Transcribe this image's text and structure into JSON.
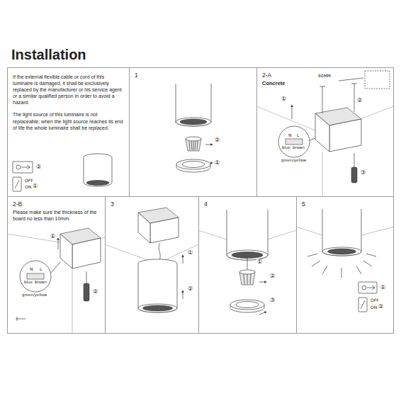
{
  "diagram": {
    "title": "Installation",
    "nodes": [
      {
        "text": [
          "If the external flexible cable or cord of this luminaire is damaged, it shall be exclusively replaced by the manufacturer or his service agent or a similar qualified person in order to avoid a hazard.",
          "The light source of this luminaire is not replaceable; when the light source reaches its end of life the whole luminaire shall be replaced."
        ]
      },
      {
        "text": [
          "1"
        ]
      },
      {
        "text": [
          "2-A",
          "Concrete"
        ]
      },
      {
        "text": [
          "2-B",
          "Please make sure the thickness of the board no less than 10mm."
        ]
      },
      {
        "text": [
          "3"
        ]
      },
      {
        "text": [
          "4"
        ]
      },
      {
        "text": [
          "5"
        ]
      }
    ],
    "labels": [
      "②",
      "OFF",
      "ON",
      "①",
      "②",
      "①",
      "60MM",
      "①",
      "②",
      "N",
      "L",
      "blue",
      "brown",
      "green/yellow",
      "③",
      "①",
      "N",
      "L",
      "blue",
      "brown",
      "green/yellow",
      "②",
      "①",
      "②",
      "①",
      "②",
      "③",
      "①",
      "OFF",
      "ON",
      "②"
    ]
  }
}
